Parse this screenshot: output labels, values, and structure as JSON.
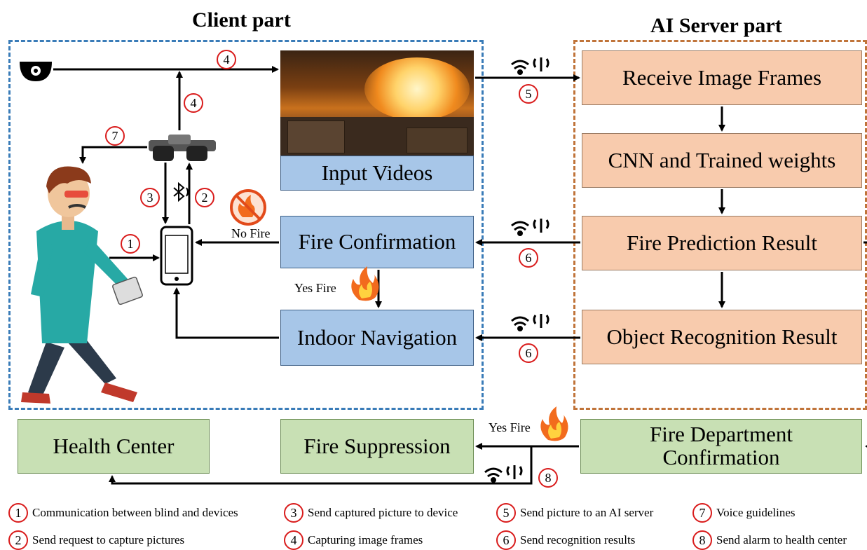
{
  "titles": {
    "client": "Client part",
    "server": "AI Server part"
  },
  "client_boxes": {
    "input_videos": "Input Videos",
    "fire_confirmation": "Fire Confirmation",
    "indoor_navigation": "Indoor Navigation"
  },
  "server_boxes": {
    "receive": "Receive Image Frames",
    "cnn": "CNN and Trained weights",
    "prediction": "Fire Prediction Result",
    "object": "Object Recognition Result"
  },
  "bottom_boxes": {
    "health": "Health Center",
    "suppression": "Fire Suppression",
    "department": "Fire Department Confirmation"
  },
  "labels": {
    "no_fire": "No Fire",
    "yes_fire_1": "Yes Fire",
    "yes_fire_2": "Yes Fire"
  },
  "numbers": [
    "1",
    "2",
    "3",
    "4",
    "5",
    "6",
    "7",
    "8"
  ],
  "legend": [
    {
      "n": "1",
      "text": "Communication between blind and devices"
    },
    {
      "n": "2",
      "text": "Send request to capture pictures"
    },
    {
      "n": "3",
      "text": "Send captured picture to device"
    },
    {
      "n": "4",
      "text": "Capturing image frames"
    },
    {
      "n": "5",
      "text": "Send picture to an AI server"
    },
    {
      "n": "6",
      "text": "Send recognition results"
    },
    {
      "n": "7",
      "text": "Voice guidelines"
    },
    {
      "n": "8",
      "text": "Send alarm to health center"
    }
  ],
  "colors": {
    "client_box": "#a7c6e8",
    "server_box": "#f8cbad",
    "bottom_box": "#c8e0b4",
    "badge": "#d91c1c"
  }
}
